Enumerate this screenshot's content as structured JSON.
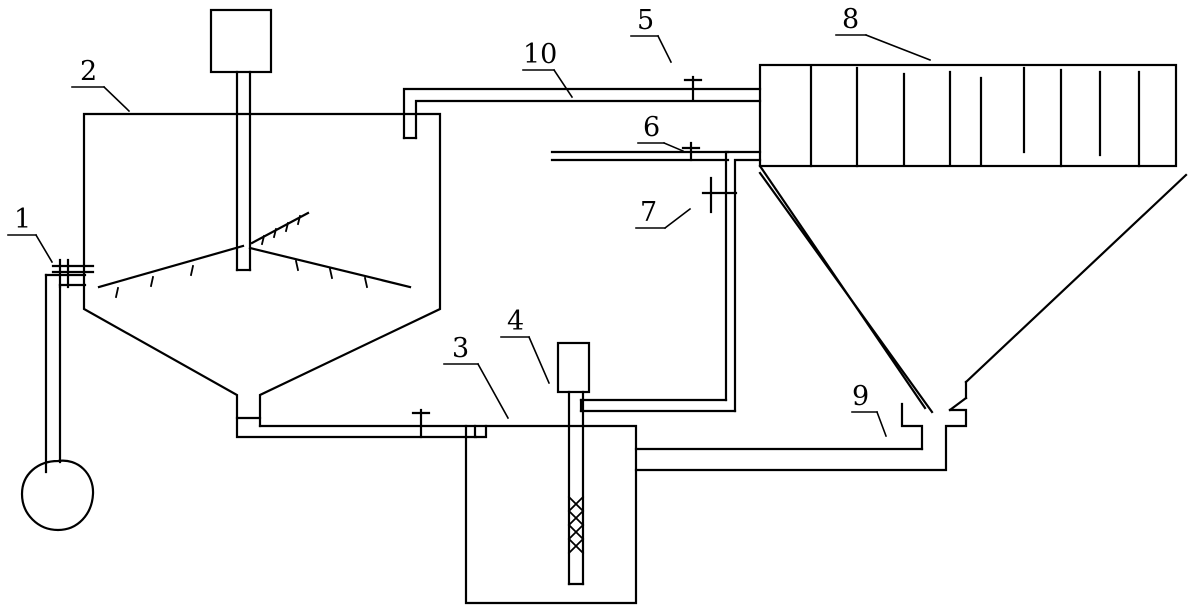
{
  "labels": {
    "l1": "1",
    "l2": "2",
    "l3": "3",
    "l4": "4",
    "l5": "5",
    "l6": "6",
    "l7": "7",
    "l8": "8",
    "l9": "9",
    "l10": "10"
  },
  "colors": {
    "ink": "#000000",
    "background": "#ffffff"
  }
}
